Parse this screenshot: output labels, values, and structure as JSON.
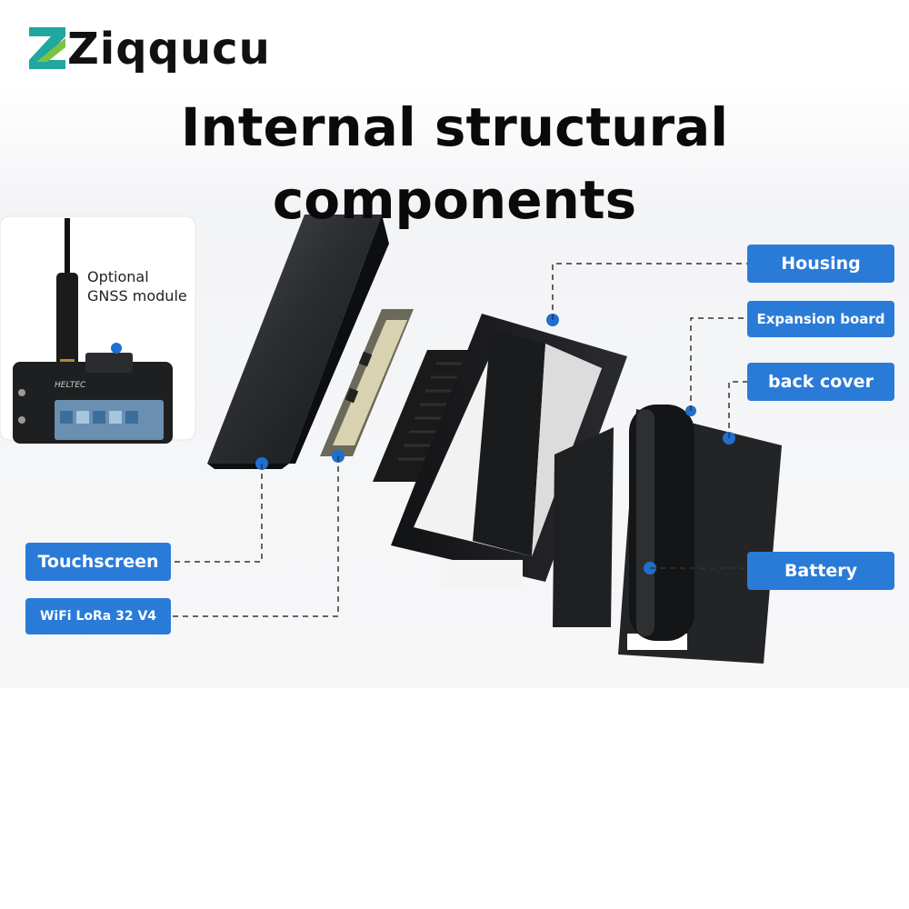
{
  "brand": {
    "name": "Ziqqucu"
  },
  "headline": "Internal structural components",
  "inset": {
    "label_line1": "Optional",
    "label_line2": "GNSS module",
    "device_brand": "HELTEC"
  },
  "labels": {
    "housing": "Housing",
    "expansion_board": "Expansion board",
    "back_cover": "back cover",
    "battery": "Battery",
    "touchscreen": "Touchscreen",
    "wifi_lora": "WiFi LoRa 32 V4"
  },
  "colors": {
    "label_bg": "#2a7bd8",
    "marker": "#1f6fd0",
    "logo_teal": "#1fa7a0",
    "logo_green": "#7cc242"
  }
}
